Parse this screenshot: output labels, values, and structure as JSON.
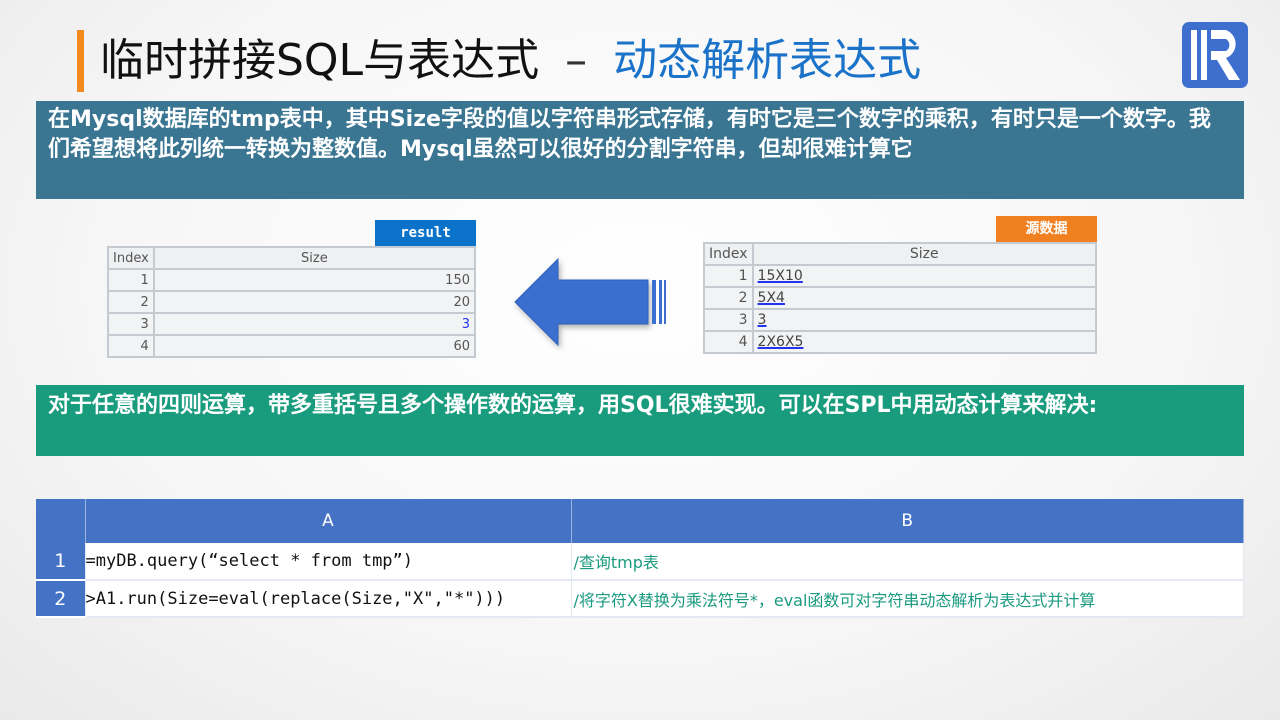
{
  "title": {
    "main": "临时拼接SQL与表达式",
    "dash": "–",
    "sub": "动态解析表达式"
  },
  "intro": "在Mysql数据库的tmp表中，其中Size字段的值以字符串形式存储，有时它是三个数字的乘积，有时只是一个数字。我们希望想将此列统一转换为整数值。Mysql虽然可以很好的分割字符串，但却很难计算它",
  "result_table": {
    "tag": "result",
    "headers": [
      "Index",
      "Size"
    ],
    "rows": [
      [
        "1",
        "150"
      ],
      [
        "2",
        "20"
      ],
      [
        "3",
        "3"
      ],
      [
        "4",
        "60"
      ]
    ]
  },
  "source_table": {
    "tag": "源数据",
    "headers": [
      "Index",
      "Size"
    ],
    "rows": [
      [
        "1",
        "15X10"
      ],
      [
        "2",
        "5X4"
      ],
      [
        "3",
        "3"
      ],
      [
        "4",
        "2X6X5"
      ]
    ]
  },
  "note": "对于任意的四则运算，带多重括号且多个操作数的运算，用SQL很难实现。可以在SPL中用动态计算来解决:",
  "grid": {
    "headers": [
      "",
      "A",
      "B"
    ],
    "rows": [
      {
        "n": "1",
        "a": "=myDB.query(“select * from tmp”)",
        "b": "/查询tmp表"
      },
      {
        "n": "2",
        "a": ">A1.run(Size=eval(replace(Size,\"X\",\"*\")))",
        "b": "/将字符X替换为乘法符号*，eval函数可对字符串动态解析为表达式并计算"
      }
    ]
  },
  "colors": {
    "accent": "#f28a1e",
    "title_sub": "#1a73c9",
    "box1": "#3a7592",
    "box2": "#199b7e",
    "grid_header": "#4472c4"
  }
}
